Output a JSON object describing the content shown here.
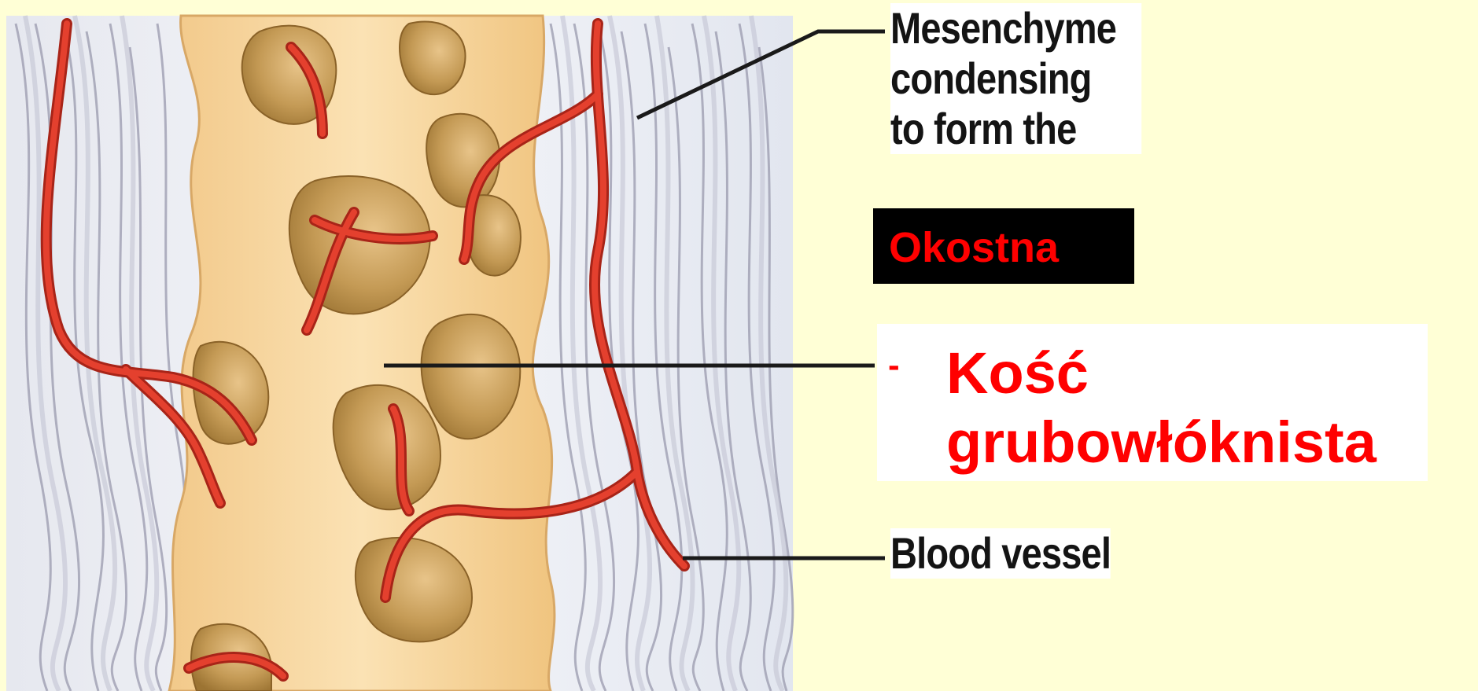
{
  "labels": {
    "mesenchyme_lines": [
      "Mesenchyme",
      "condensing",
      "to form the"
    ],
    "okostna": "Okostna",
    "kosc_dash": "-",
    "kosc_line1": "Kość",
    "kosc_line2": "grubowłóknista",
    "blood_vessel": "Blood vessel"
  },
  "colors": {
    "slide_background": "#ffffd6",
    "bone": "#f7d6a0",
    "cavity": "#b8904e",
    "vessel": "#d93a2b",
    "mesenchyme_fiber": "#8c8ca0",
    "label_red": "#ff0000",
    "leader_line": "#1a1a1a"
  }
}
